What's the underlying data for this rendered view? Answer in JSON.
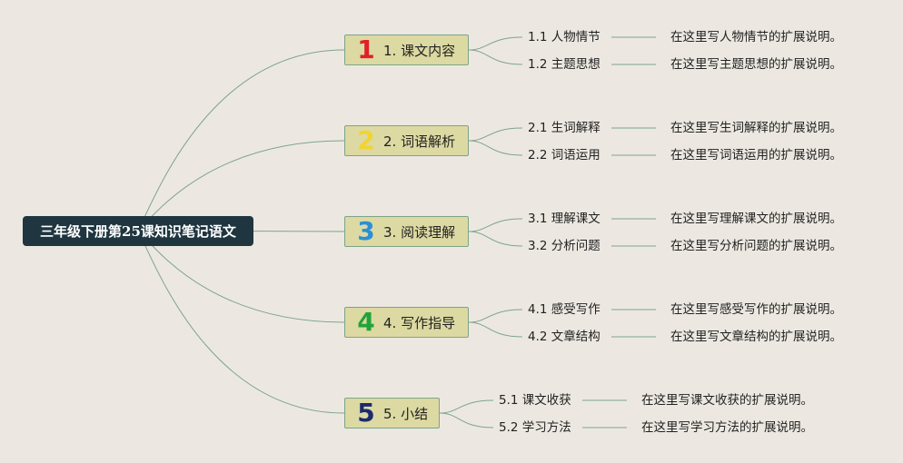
{
  "root": {
    "label": "三年级下册第25课知识笔记语文"
  },
  "colors": {
    "background": "#ece8e1",
    "root_fill": "#1f3540",
    "branch_fill": "#dcd9a2",
    "branch_border": "#7ea489",
    "connector": "#7ea489"
  },
  "branches": [
    {
      "badge": "1",
      "badge_color": "#e0202a",
      "label": "1. 课文内容",
      "children": [
        {
          "title": "1.1 人物情节",
          "note": "在这里写人物情节的扩展说明。"
        },
        {
          "title": "1.2 主题思想",
          "note": "在这里写主题思想的扩展说明。"
        }
      ]
    },
    {
      "badge": "2",
      "badge_color": "#f2d430",
      "label": "2. 词语解析",
      "children": [
        {
          "title": "2.1 生词解释",
          "note": "在这里写生词解释的扩展说明。"
        },
        {
          "title": "2.2 词语运用",
          "note": "在这里写词语运用的扩展说明。"
        }
      ]
    },
    {
      "badge": "3",
      "badge_color": "#2b8fd6",
      "label": "3. 阅读理解",
      "children": [
        {
          "title": "3.1 理解课文",
          "note": "在这里写理解课文的扩展说明。"
        },
        {
          "title": "3.2 分析问题",
          "note": "在这里写分析问题的扩展说明。"
        }
      ]
    },
    {
      "badge": "4",
      "badge_color": "#22a33a",
      "label": "4. 写作指导",
      "children": [
        {
          "title": "4.1 感受写作",
          "note": "在这里写感受写作的扩展说明。"
        },
        {
          "title": "4.2 文章结构",
          "note": "在这里写文章结构的扩展说明。"
        }
      ]
    },
    {
      "badge": "5",
      "badge_color": "#1d2a6e",
      "label": "5. 小结",
      "children": [
        {
          "title": "5.1 课文收获",
          "note": "在这里写课文收获的扩展说明。"
        },
        {
          "title": "5.2 学习方法",
          "note": "在这里写学习方法的扩展说明。"
        }
      ]
    }
  ]
}
